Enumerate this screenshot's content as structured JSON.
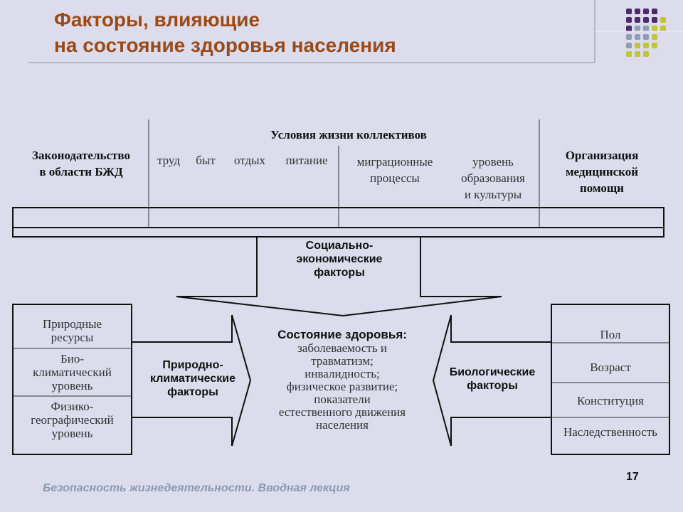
{
  "slide": {
    "title_line1": "Факторы, влияющие",
    "title_line2": "на состояние здоровья населения",
    "footer": "Безопасность жизнедеятельности. Вводная лекция",
    "page_number": "17",
    "dot_colors": {
      "purple": "#4b2a6e",
      "gray": "#8ea0b0",
      "olive": "#c4c43a"
    }
  },
  "top_table": {
    "left_header": [
      "Законодательство",
      "в области БЖД"
    ],
    "center_header": "Условия жизни коллективов",
    "sub_items": {
      "labor": "труд",
      "life": "быт",
      "rest": "отдых",
      "food": "питание",
      "migration": [
        "миграционные",
        "процессы"
      ],
      "education": [
        "уровень",
        "образования",
        "и культуры"
      ]
    },
    "right_header": [
      "Организация",
      "медицинской",
      "помощи"
    ]
  },
  "socio_economic": [
    "Социально-",
    "экономические",
    "факторы"
  ],
  "natural_box": [
    "Природные ресурсы",
    "Био-климатический уровень",
    "Физико-географический уровень"
  ],
  "natural_box_lines": [
    [
      "Природные",
      "ресурсы"
    ],
    [
      "Био-",
      "климатический",
      "уровень"
    ],
    [
      "Физико-",
      "географический",
      "уровень"
    ]
  ],
  "natural_factors": [
    "Природно-",
    "климатические",
    "факторы"
  ],
  "health": {
    "heading": "Состояние здоровья:",
    "lines": [
      "заболеваемость и",
      "травматизм;",
      "инвалидность;",
      "физическое развитие;",
      "показатели",
      "естественного движения",
      "населения"
    ]
  },
  "bio_factors": [
    "Биологические",
    "факторы"
  ],
  "bio_box": [
    "Пол",
    "Возраст",
    "Конституция",
    "Наследственность"
  ]
}
